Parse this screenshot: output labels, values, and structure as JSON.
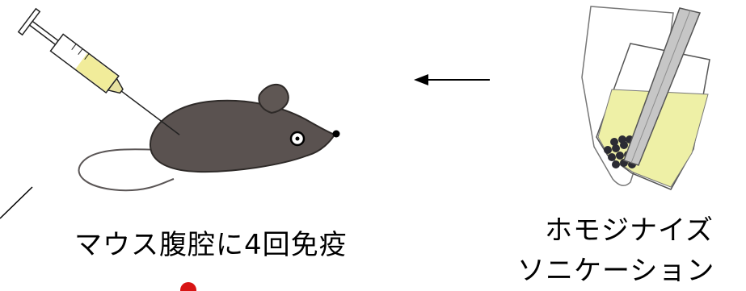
{
  "steps": {
    "injection": {
      "caption": "マウス腹腔に4回免疫",
      "icons": [
        "syringe-icon",
        "mouse-icon"
      ]
    },
    "preparation": {
      "caption_line1": "ホモジナイズ",
      "caption_line2": "ソニケーション",
      "icons": [
        "test-tube-icon",
        "homogenizer-probe-icon"
      ]
    }
  },
  "colors": {
    "mouse_body": "#5a5250",
    "syringe_fluid": "#f1ec9a",
    "tube_fluid": "#eef0a6",
    "probe": "#c6c6c6",
    "pellet": "#2b2b33",
    "marker": "#d81414"
  }
}
